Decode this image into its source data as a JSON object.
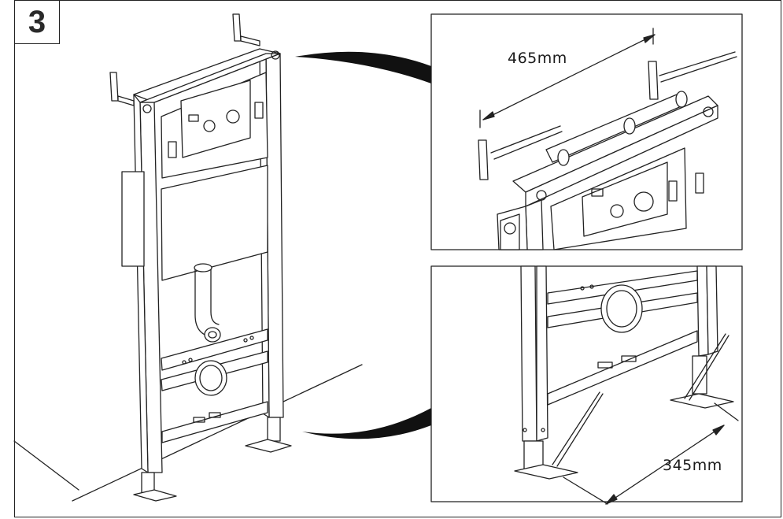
{
  "step": {
    "number": "3"
  },
  "dimensions": {
    "top_width": "465mm",
    "bottom_width": "345mm"
  },
  "illustrations": {
    "main": "wc-frame-assembly",
    "detail_top": "upper-wall-bracket-detail",
    "detail_bottom": "floor-foot-detail"
  },
  "colors": {
    "line": "#222222",
    "fill": "#ffffff",
    "arrow": "#111111"
  }
}
